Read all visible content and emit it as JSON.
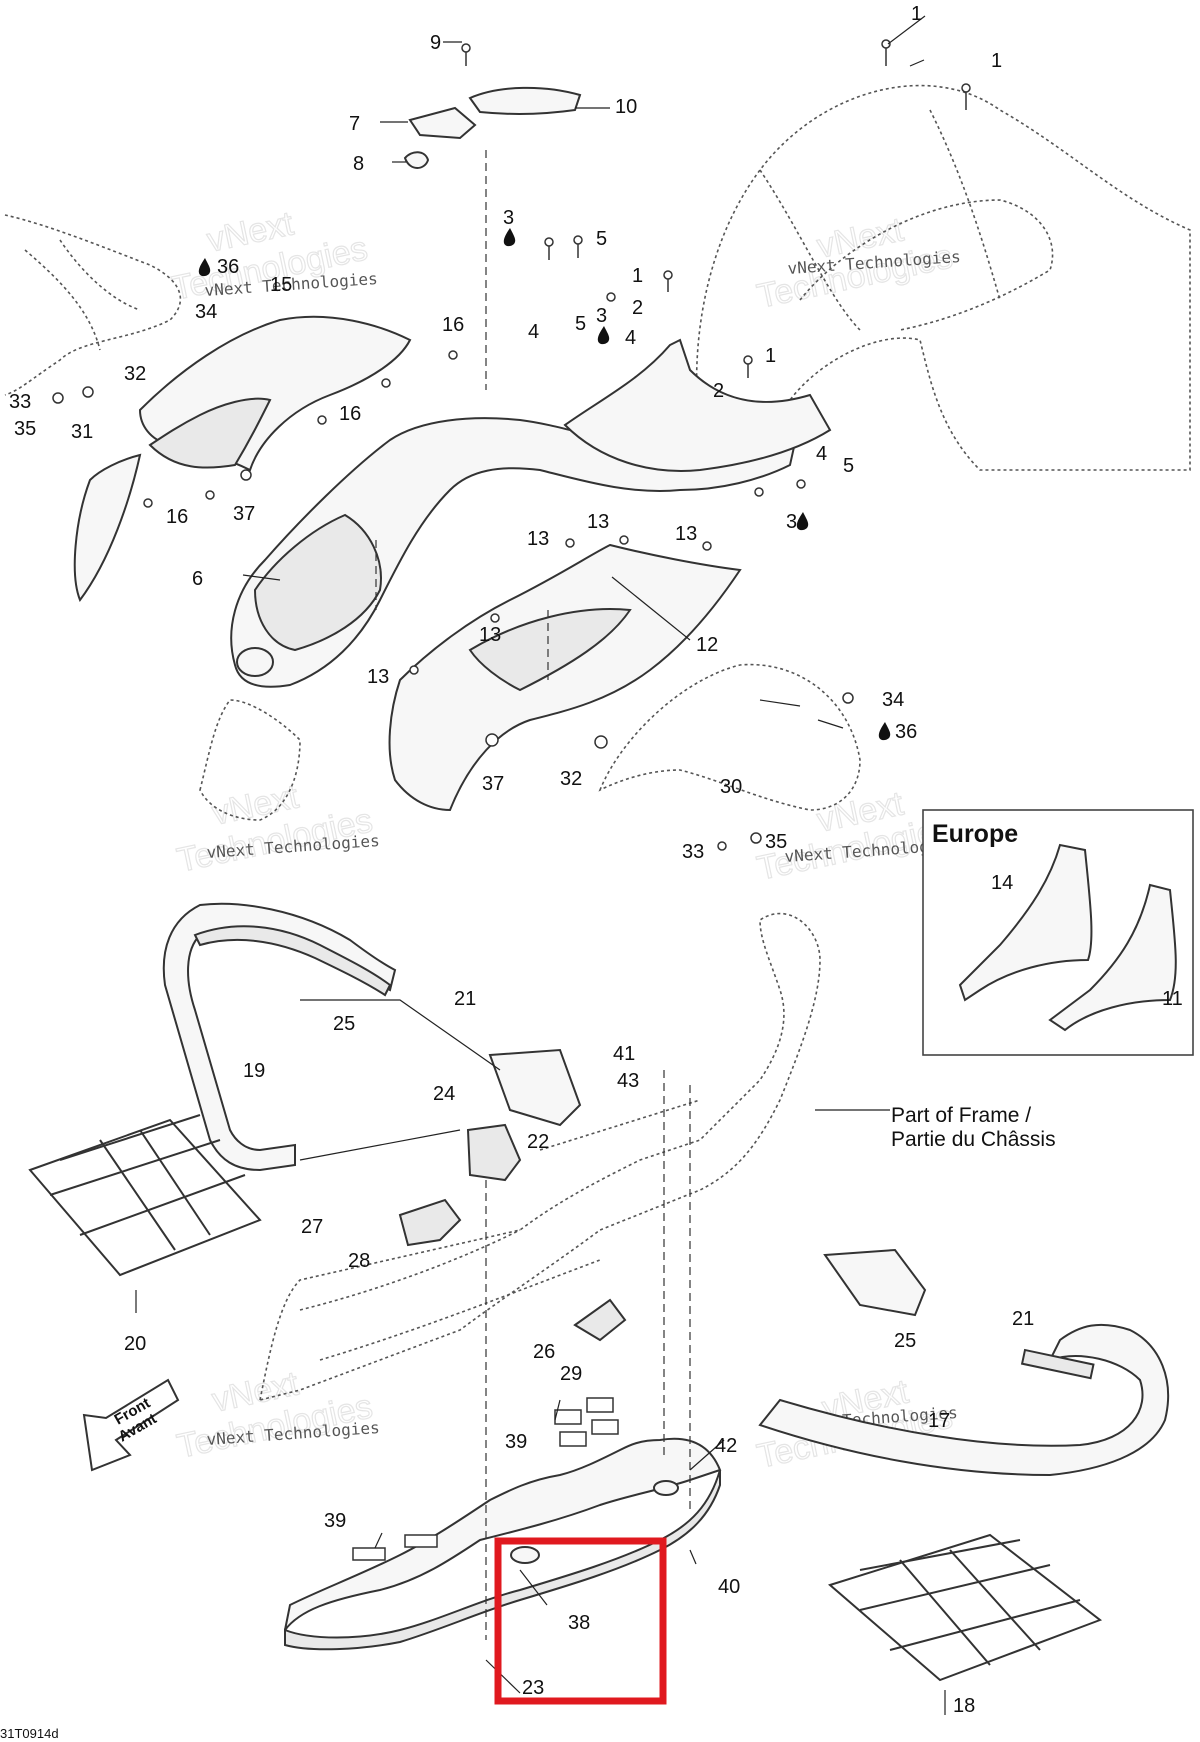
{
  "callouts": {
    "c1a": "1",
    "c1b": "1",
    "c1c": "1",
    "c1d": "1",
    "c2a": "2",
    "c2b": "2",
    "c3a": "3",
    "c3b": "3",
    "c3c": "3",
    "c4a": "4",
    "c4b": "4",
    "c4c": "4",
    "c5a": "5",
    "c5b": "5",
    "c5c": "5",
    "c6": "6",
    "c7": "7",
    "c8": "8",
    "c9": "9",
    "c10": "10",
    "c11": "11",
    "c12": "12",
    "c13a": "13",
    "c13b": "13",
    "c13c": "13",
    "c13d": "13",
    "c13e": "13",
    "c14": "14",
    "c15": "15",
    "c16a": "16",
    "c16b": "16",
    "c16c": "16",
    "c17": "17",
    "c18": "18",
    "c19": "19",
    "c20": "20",
    "c21a": "21",
    "c21b": "21",
    "c22": "22",
    "c23": "23",
    "c24": "24",
    "c25a": "25",
    "c25b": "25",
    "c26": "26",
    "c27": "27",
    "c28": "28",
    "c29": "29",
    "c30": "30",
    "c31": "31",
    "c32a": "32",
    "c32b": "32",
    "c33a": "33",
    "c33b": "33",
    "c34a": "34",
    "c34b": "34",
    "c35a": "35",
    "c35b": "35",
    "c36a": "36",
    "c36b": "36",
    "c37a": "37",
    "c37b": "37",
    "c38": "38",
    "c39a": "39",
    "c39b": "39",
    "c40": "40",
    "c41": "41",
    "c42": "42",
    "c43": "43"
  },
  "frame_label": {
    "line1": "Part of Frame /",
    "line2": "Partie du Châssis"
  },
  "inset": {
    "title": "Europe"
  },
  "direction_arrow": {
    "line1": "Front",
    "line2": "Avant"
  },
  "watermark": {
    "company": "vNext Technologies",
    "brand1": "vNext",
    "brand2": "Technologies"
  },
  "drawing_code": "31T0914d",
  "highlight": {
    "part": "38",
    "color": "#e0191f"
  }
}
